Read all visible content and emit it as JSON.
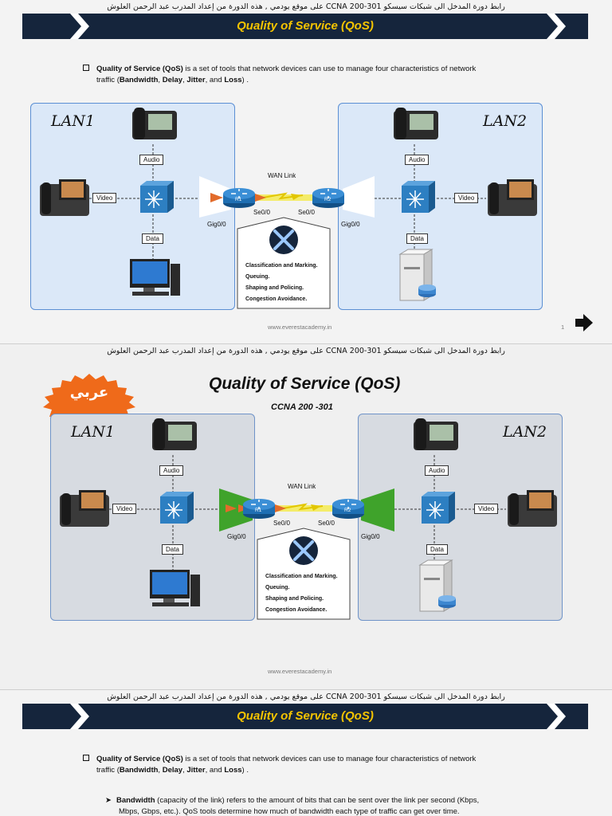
{
  "header": {
    "arabic": "رابط دورة المدخل الى شبكات سيسكو  CCNA 200-301  على موقع يودمي , هذه الدورة من إعداد المدرب عبد الرحمن العلوش",
    "title": "Quality of Service (QoS)"
  },
  "intro": {
    "term": "Quality of Service (QoS)",
    "text_a": " is a set of tools that network devices can use to manage four characteristics of network",
    "text_b": "traffic (",
    "c1": "Bandwidth",
    "sep1": ", ",
    "c2": "Delay",
    "sep2": ", ",
    "c3": "Jitter",
    "sep3": ", and ",
    "c4": "Loss",
    "end": ") ."
  },
  "diagram": {
    "lan1": "LAN1",
    "lan2": "LAN2",
    "audio": "Audio",
    "video": "Video",
    "data": "Data",
    "wan_link": "WAN Link",
    "r1": "R1",
    "r2": "R2",
    "gig_left": "Gig0/0",
    "gig_right": "Gig0/0",
    "se_left": "Se0/0",
    "se_right": "Se0/0",
    "tools": [
      "Classification and Marking.",
      "Queuing.",
      "Shaping and Policing.",
      "Congestion Avoidance."
    ]
  },
  "slide1": {
    "url": "www.everestacademy.in",
    "page": "1",
    "next_icon": "arrow-right-icon"
  },
  "slide2": {
    "badge": "عربي",
    "title": "Quality of Service (QoS)",
    "subtitle": "CCNA 200 -301",
    "url": "www.everestacademy.in"
  },
  "slide3": {
    "bw_term": "Bandwidth",
    "bw_text_a": " (capacity of the link) refers to the amount of bits that can be sent over the link per second (Kbps,",
    "bw_text_b": "Mbps, Gbps, etc.). QoS tools determine how much of bandwidth each type of traffic can get over time."
  },
  "colors": {
    "banner": "#15253c",
    "title": "#f5c400",
    "lan_fill": "#dbe8f8",
    "lan_border": "#5b8fd4",
    "router": "#1f6fb3",
    "badge": "#ef6a1a"
  }
}
